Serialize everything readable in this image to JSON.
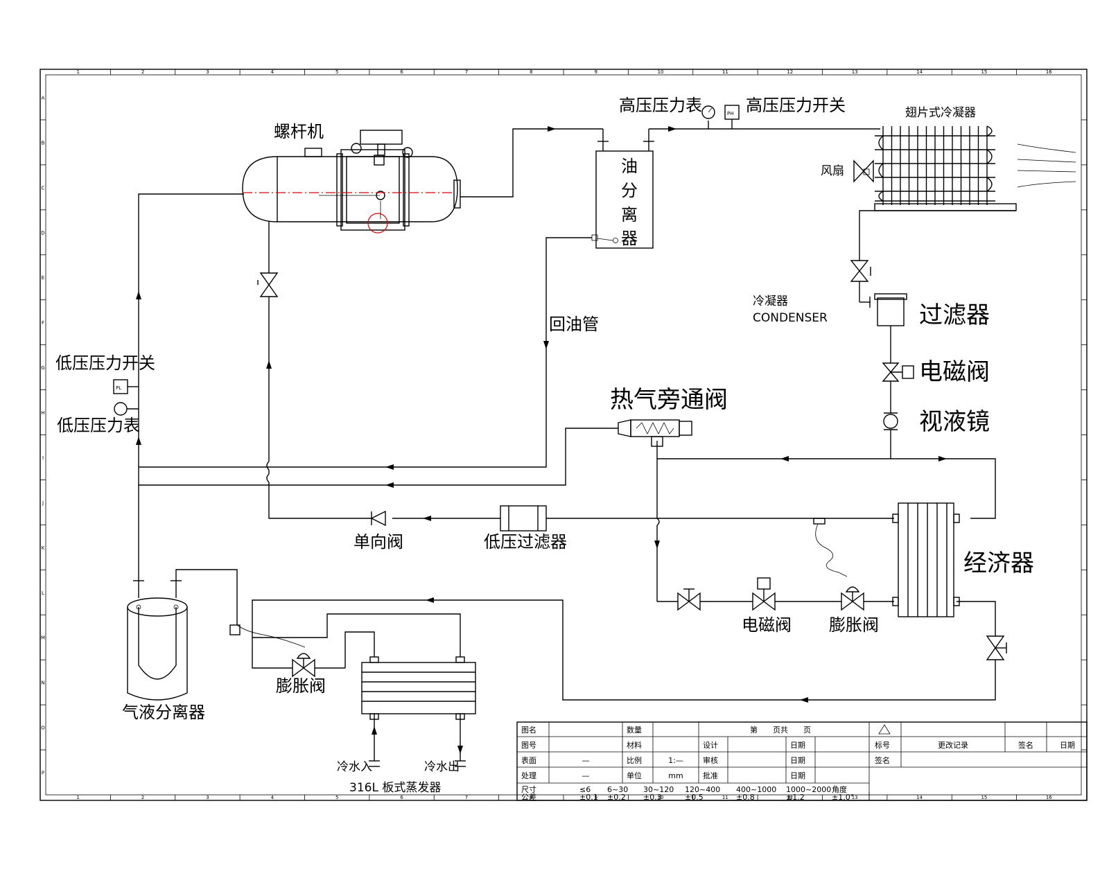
{
  "labels": {
    "compressor": "螺杆机",
    "hp_gauge": "高压压力表",
    "hp_switch": "高压压力开关",
    "fin_condenser": "翅片式冷凝器",
    "fan": "风扇",
    "oil_sep_1": "油",
    "oil_sep_2": "分",
    "oil_sep_3": "离",
    "oil_sep_4": "器",
    "oil_return": "回油管",
    "condenser_cn": "冷凝器",
    "condenser_en": "CONDENSER",
    "filter": "过滤器",
    "solenoid_top": "电磁阀",
    "sight_glass": "视液镜",
    "hot_gas_bypass": "热气旁通阀",
    "lp_switch": "低压压力开关",
    "lp_gauge": "低压压力表",
    "check_valve": "单向阀",
    "lp_filter": "低压过滤器",
    "economizer": "经济器",
    "solenoid_bottom": "电磁阀",
    "expansion_right": "膨胀阀",
    "gas_liquid_sep": "气液分离器",
    "expansion_left": "膨胀阀",
    "water_in": "冷水入",
    "water_out": "冷水出",
    "evaporator": "316L 板式蒸发器"
  },
  "title_block": {
    "r1": [
      "图名",
      "",
      "数量",
      "",
      "第　　页共　　页"
    ],
    "r2": [
      "图号",
      "",
      "材料",
      "",
      "设计",
      "",
      "日期"
    ],
    "r3": [
      "表面",
      "—",
      "比例",
      "1:—",
      "审核",
      "",
      "日期"
    ],
    "r4": [
      "处理",
      "—",
      "单位",
      "mm",
      "批准",
      "",
      "日期"
    ],
    "tol_head": [
      "尺寸",
      "≤6",
      "6~30",
      "30~120",
      "120~400",
      "400~1000",
      "1000~2000",
      "角度"
    ],
    "tol_vals": [
      "公差",
      "±0.1",
      "±0.2",
      "±0.3",
      "±0.5",
      "±0.8",
      "±1.2",
      "±1.0°"
    ],
    "rev_head": [
      "标号",
      "更改记录",
      "签名",
      "日期"
    ],
    "rev_row2": [
      "签名"
    ]
  },
  "border_numbers_top": [
    "1",
    "2",
    "3",
    "4",
    "5",
    "6",
    "7",
    "8",
    "9",
    "10",
    "11",
    "12",
    "13",
    "14",
    "15",
    "16"
  ],
  "border_letters_left": [
    "A",
    "B",
    "C",
    "D",
    "E",
    "F",
    "G",
    "H",
    "I",
    "J",
    "K",
    "L",
    "M",
    "N",
    "O",
    "P"
  ]
}
